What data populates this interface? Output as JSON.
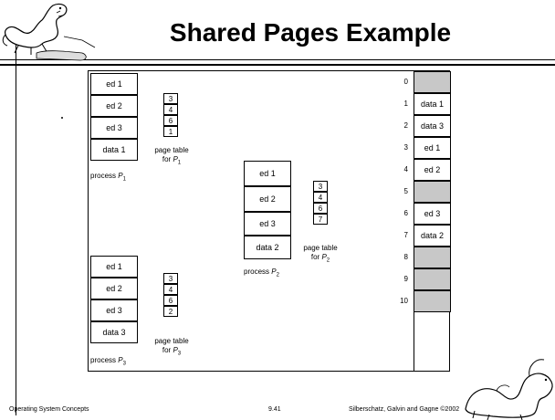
{
  "title": "Shared Pages Example",
  "process1": {
    "pages": [
      "ed 1",
      "ed 2",
      "ed 3",
      "data 1"
    ],
    "caption_prefix": "process ",
    "caption_var": "P",
    "caption_sub": "1",
    "page_table": [
      "3",
      "4",
      "6",
      "1"
    ],
    "pt_caption_line1": "page table",
    "pt_caption_prefix": "for ",
    "pt_caption_var": "P",
    "pt_caption_sub": "1"
  },
  "process2": {
    "pages": [
      "ed 1",
      "ed 2",
      "ed 3",
      "data 2"
    ],
    "caption_prefix": "process ",
    "caption_var": "P",
    "caption_sub": "2",
    "page_table": [
      "3",
      "4",
      "6",
      "7"
    ],
    "pt_caption_line1": "page table",
    "pt_caption_prefix": "for ",
    "pt_caption_var": "P",
    "pt_caption_sub": "2"
  },
  "process3": {
    "pages": [
      "ed 1",
      "ed 2",
      "ed 3",
      "data 3"
    ],
    "caption_prefix": "process ",
    "caption_var": "P",
    "caption_sub": "3",
    "page_table": [
      "3",
      "4",
      "6",
      "2"
    ],
    "pt_caption_line1": "page table",
    "pt_caption_prefix": "for ",
    "pt_caption_var": "P",
    "pt_caption_sub": "3"
  },
  "memory": {
    "frame_numbers": [
      "0",
      "1",
      "2",
      "3",
      "4",
      "5",
      "6",
      "7",
      "8",
      "9",
      "10"
    ],
    "frames": [
      "",
      "data 1",
      "data 3",
      "ed 1",
      "ed 2",
      "",
      "ed 3",
      "data 2",
      "",
      "",
      ""
    ],
    "free_color": "#c8c8c8"
  },
  "footer": {
    "left": "Operating System Concepts",
    "center": "9.41",
    "right": "Silberschatz, Galvin and Gagne ©2002"
  }
}
